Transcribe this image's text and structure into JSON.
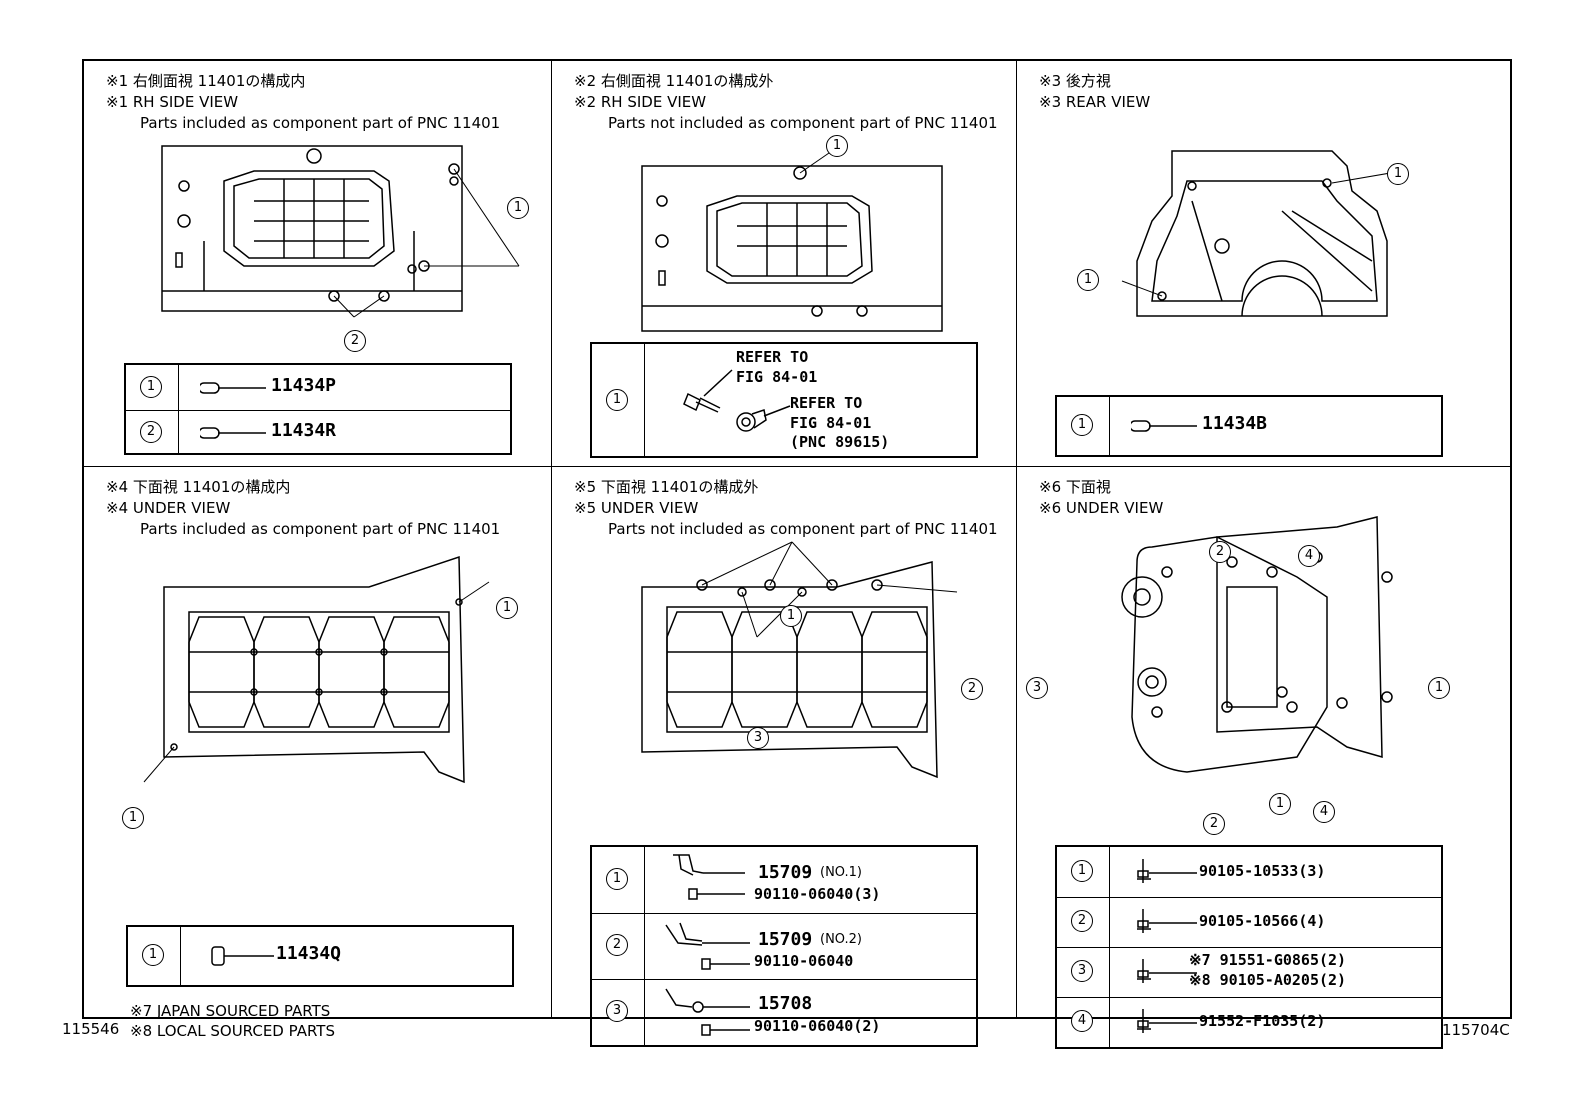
{
  "panels": {
    "p1": {
      "line1": "※1 右側面視 11401の構成内",
      "line2": "※1 RH SIDE VIEW",
      "line3": "Parts included as component part of PNC 11401",
      "rows": [
        {
          "num": "1",
          "part": "11434P"
        },
        {
          "num": "2",
          "part": "11434R"
        }
      ]
    },
    "p2": {
      "line1": "※2 右側面視 11401の構成外",
      "line2": "※2 RH SIDE VIEW",
      "line3": "Parts not included as component part of PNC 11401",
      "rows": [
        {
          "num": "1",
          "ref1a": "REFER TO",
          "ref1b": "FIG 84-01",
          "ref2a": "REFER TO",
          "ref2b": "FIG 84-01",
          "ref2c": "(PNC 89615)"
        }
      ]
    },
    "p3": {
      "line1": "※3 後方視",
      "line2": "※3 REAR VIEW",
      "rows": [
        {
          "num": "1",
          "part": "11434B"
        }
      ]
    },
    "p4": {
      "line1": "※4 下面視 11401の構成内",
      "line2": "※4 UNDER VIEW",
      "line3": "Parts included as component part of PNC 11401",
      "rows": [
        {
          "num": "1",
          "part": "11434Q"
        }
      ]
    },
    "p5": {
      "line1": "※5 下面視 11401の構成外",
      "line2": "※5 UNDER VIEW",
      "line3": "Parts not included as component part of PNC 11401",
      "rows": [
        {
          "num": "1",
          "part": "15709",
          "tag": "(NO.1)",
          "sub": "90110-06040(3)"
        },
        {
          "num": "2",
          "part": "15709",
          "tag": "(NO.2)",
          "sub": "90110-06040"
        },
        {
          "num": "3",
          "part": "15708",
          "sub": "90110-06040(2)"
        }
      ]
    },
    "p6": {
      "line1": "※6 下面視",
      "line2": "※6 UNDER VIEW",
      "rows": [
        {
          "num": "1",
          "part": "90105-10533(3)"
        },
        {
          "num": "2",
          "part": "90105-10566(4)"
        },
        {
          "num": "3",
          "part": "※7 91551-G0865(2)",
          "part2": "※8 90105-A0205(2)"
        },
        {
          "num": "4",
          "part": "91552-F1035(2)"
        }
      ]
    }
  },
  "callouts": {
    "c1": "1",
    "c2": "2",
    "c3": "3",
    "c4": "4"
  },
  "footer": {
    "note7": "※7 JAPAN SOURCED PARTS",
    "note8": "※8 LOCAL SOURCED PARTS",
    "left_id": "115546",
    "right_id": "115704C"
  }
}
